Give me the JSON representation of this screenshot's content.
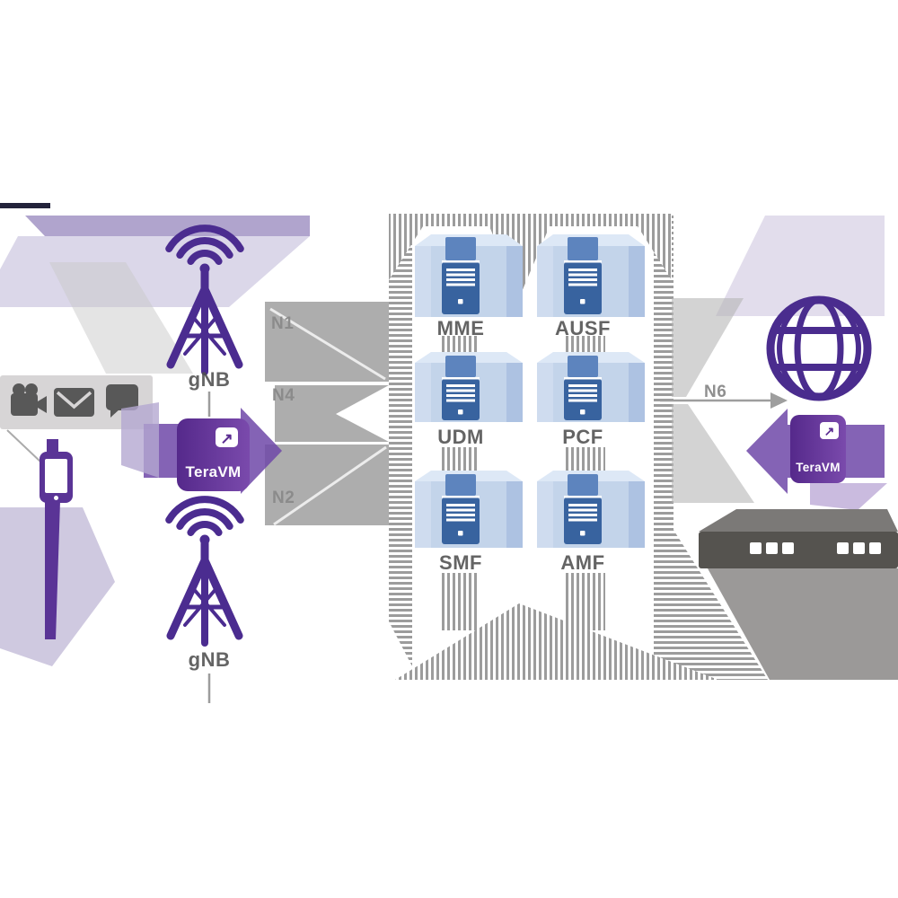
{
  "diagram": {
    "ue": {
      "icons": [
        {
          "name": "video-camera"
        },
        {
          "name": "email-envelope"
        },
        {
          "name": "chat-bubble"
        }
      ],
      "device": {
        "name": "smartwatch"
      }
    },
    "ran": {
      "towers": [
        {
          "label": "gNB"
        },
        {
          "label": "gNB"
        }
      ],
      "teravm": {
        "label": "TeraVM",
        "logo_glyph": "↗"
      }
    },
    "interfaces": {
      "n1": "N1",
      "n4": "N4",
      "n2": "N2",
      "n6": "N6"
    },
    "core": {
      "nodes": [
        {
          "label": "MME"
        },
        {
          "label": "AUSF"
        },
        {
          "label": "UDM"
        },
        {
          "label": "PCF"
        },
        {
          "label": "SMF"
        },
        {
          "label": "AMF"
        }
      ]
    },
    "internet": {
      "teravm": {
        "label": "TeraVM",
        "logo_glyph": "↗"
      },
      "icons": [
        {
          "name": "internet-globe"
        },
        {
          "name": "router-appliance"
        }
      ]
    }
  },
  "colors": {
    "purple": "#4b2c90",
    "teravm_dark": "#5b2d91",
    "teravm_light": "#7747a8",
    "lavender": "#b0a4cd",
    "server_front": "#38639f",
    "server_box": "#c3d4ea",
    "gray_shape": "#a6a6a6",
    "node_label": "#4f4f4f",
    "interface_label": "#8a8a8a"
  }
}
